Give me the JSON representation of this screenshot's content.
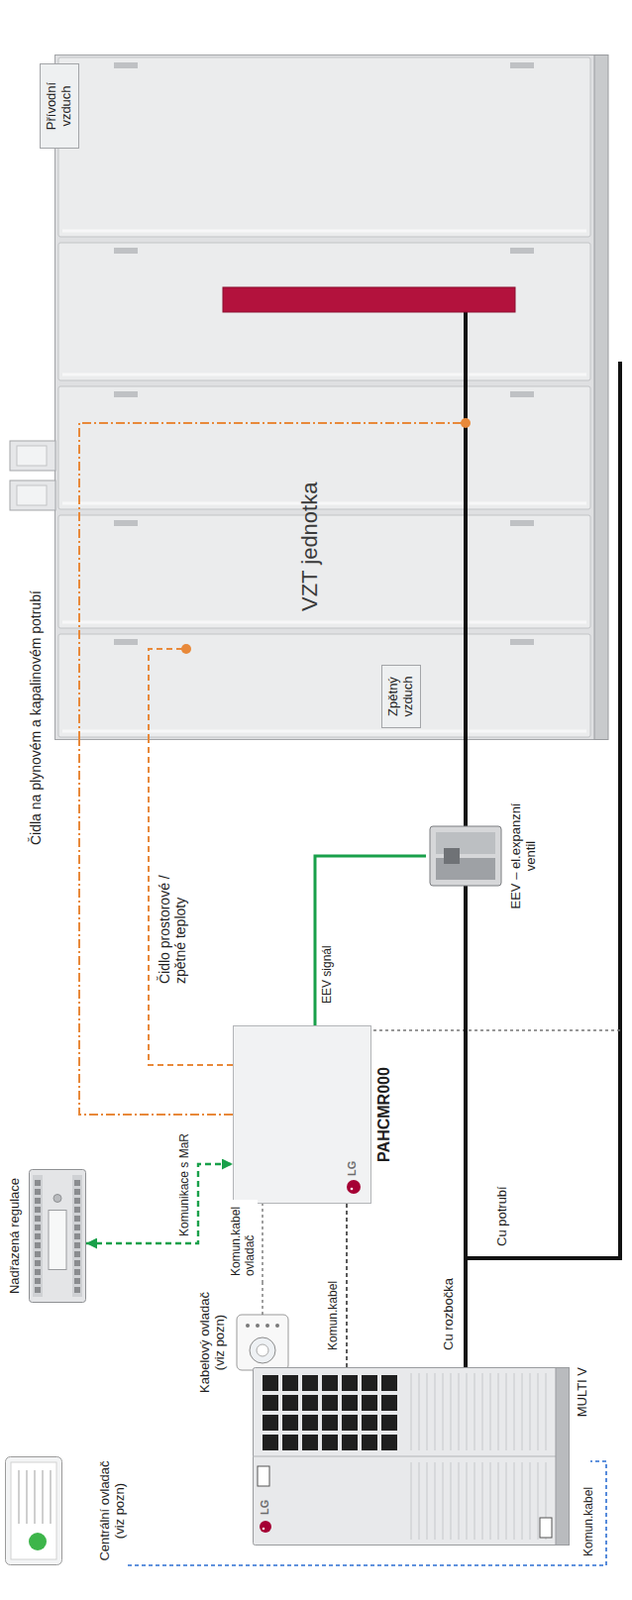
{
  "diagram": {
    "nodes": [
      {
        "text": [
          "Centrální ovladač (viz pozn)"
        ]
      },
      {
        "text": [
          "Kabelový ovladač (viz pozn)"
        ]
      },
      {
        "text": [
          "Nadřazená regulace"
        ]
      },
      {
        "text": [
          "MULTI V"
        ]
      },
      {
        "text": [
          "PAHCMR000"
        ]
      },
      {
        "text": [
          "EEV – el.expanzní ventil"
        ]
      },
      {
        "text": [
          "VZT jednotka"
        ]
      },
      {
        "text": [
          "Zpětný vzduch"
        ],
        "in": 6
      },
      {
        "text": [
          "Přívodní vzduch"
        ],
        "in": 6
      }
    ],
    "edges": [
      {
        "from": 0,
        "to": 3,
        "arrow": "none",
        "label": "Komun.kabel"
      },
      {
        "from": 3,
        "to": 4,
        "arrow": "none",
        "label": "Komun.kabel"
      },
      {
        "from": 1,
        "to": 4,
        "arrow": "none",
        "label": "Komun.kabel ovladač"
      },
      {
        "from": 2,
        "to": 4,
        "arrow": "both",
        "label": "Komunikace s MaR"
      },
      {
        "from": 4,
        "to": 5,
        "arrow": "none",
        "label": "EEV signál"
      },
      {
        "from": 4,
        "to": 6,
        "arrow": "none",
        "label": "Čidla na plynovém a kapalinovém potrubí"
      },
      {
        "from": 4,
        "to": 6,
        "arrow": "none",
        "label": "Čidlo prostorové / zpětné teploty"
      },
      {
        "from": 3,
        "to": 5,
        "arrow": "none"
      },
      {
        "from": 5,
        "to": 6,
        "arrow": "none"
      }
    ],
    "labels": [
      "Cu rozbočka",
      "Cu potrubí",
      "LG",
      "LG"
    ]
  }
}
